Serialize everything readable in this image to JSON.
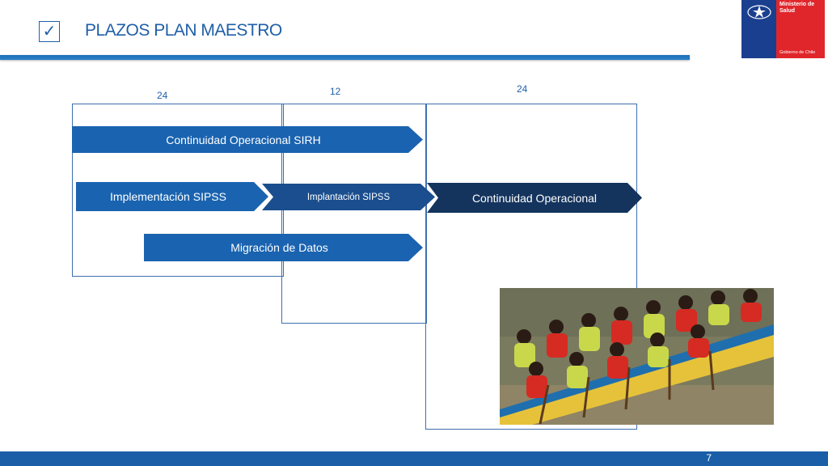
{
  "header": {
    "checkbox_glyph": "✓",
    "title": "PLAZOS PLAN MAESTRO"
  },
  "logo": {
    "line1": "Ministerio de Salud",
    "line2": "Gobierno de Chile"
  },
  "periods": [
    {
      "label": "24"
    },
    {
      "label": "12"
    },
    {
      "label": "24"
    }
  ],
  "arrows": {
    "continuidad_sirh": "Continuidad Operacional SIRH",
    "implementacion": "Implementación SIPSS",
    "implantacion": "Implantación SIPSS",
    "continuidad_op": "Continuidad Operacional",
    "migracion": "Migración de Datos"
  },
  "colors": {
    "arrow_blue": "#1a63b0",
    "arrow_navy": "#14345e",
    "accent": "#1f5fa8"
  },
  "footer": {
    "page_number": "7"
  }
}
